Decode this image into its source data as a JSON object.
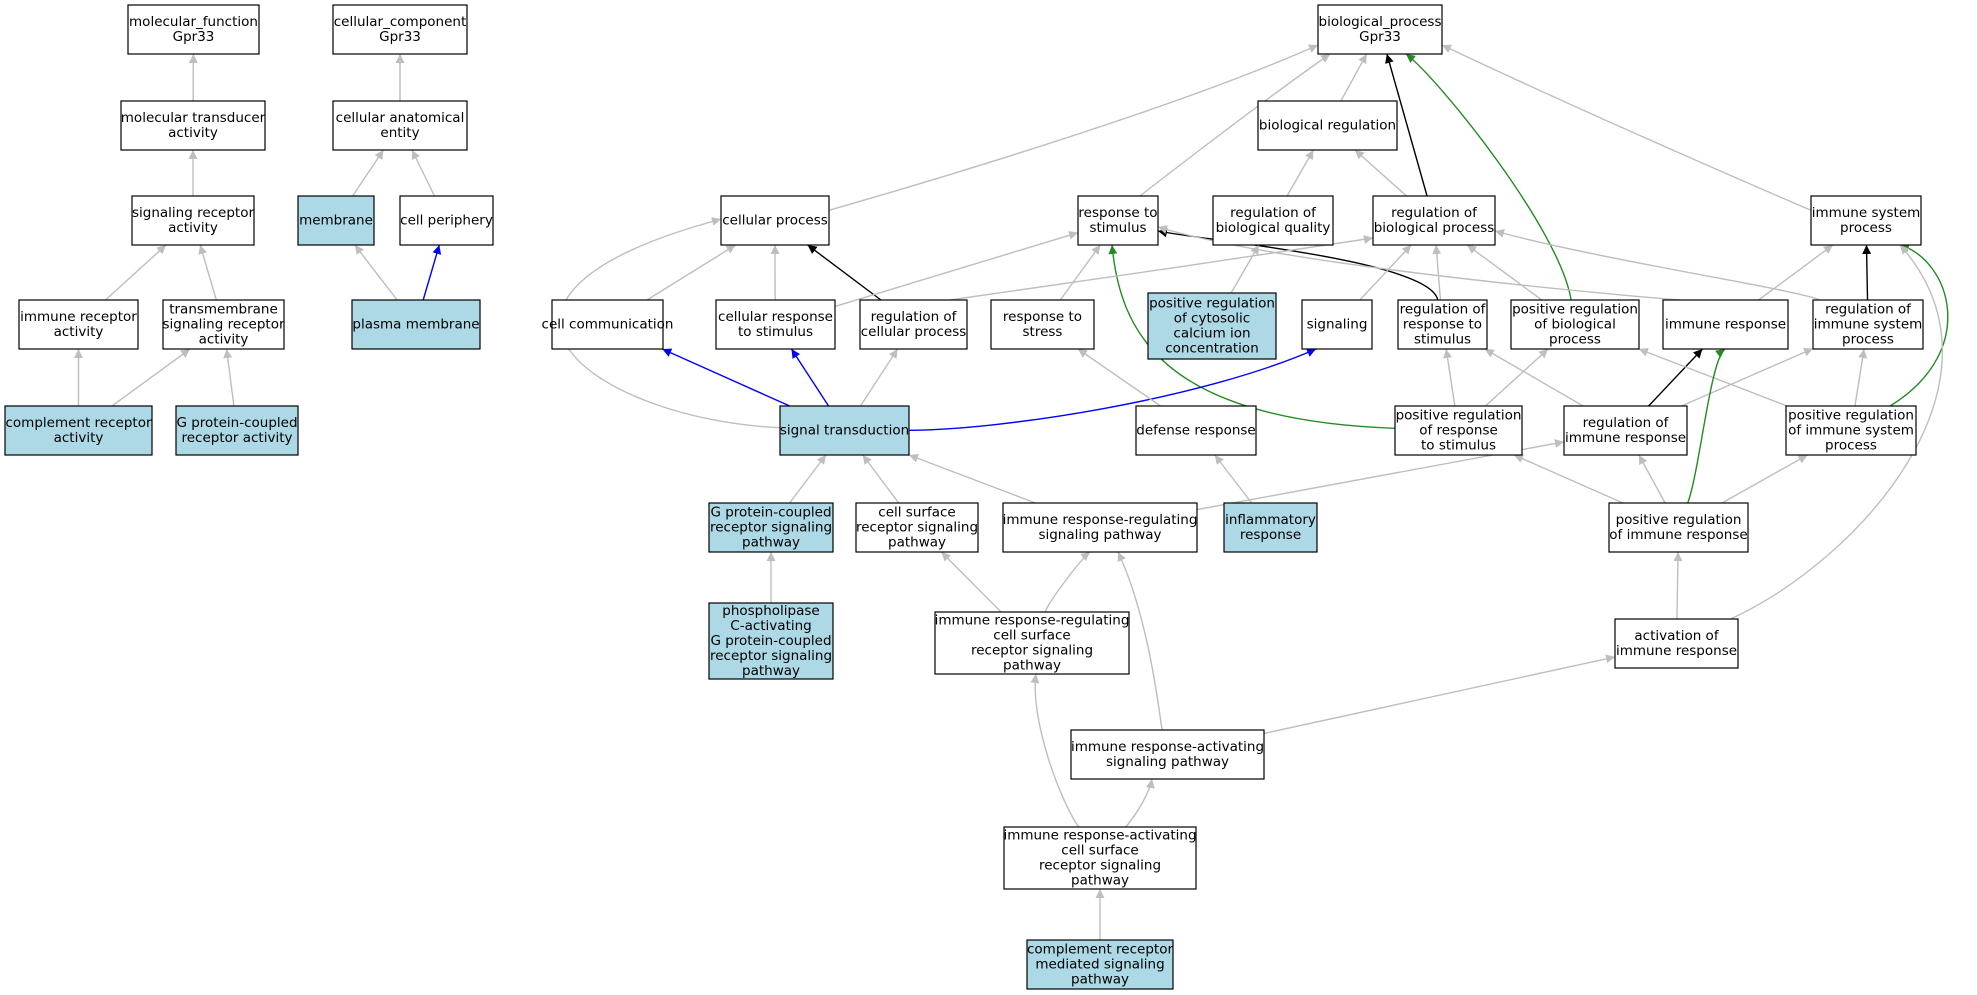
{
  "colors": {
    "node_fill": "#ffffff",
    "highlight_fill": "#add8e6",
    "edge_default": "#bebebe",
    "edge_black": "#000000",
    "edge_blue": "#0000ff",
    "edge_green": "#228b22"
  },
  "nodes": [
    {
      "id": "mf",
      "lines": [
        "molecular_function",
        "Gpr33"
      ],
      "highlight": false
    },
    {
      "id": "cc",
      "lines": [
        "cellular_component",
        "Gpr33"
      ],
      "highlight": false
    },
    {
      "id": "bp",
      "lines": [
        "biological_process",
        "Gpr33"
      ],
      "highlight": false
    },
    {
      "id": "mta",
      "lines": [
        "molecular transducer",
        "activity"
      ],
      "highlight": false
    },
    {
      "id": "cae",
      "lines": [
        "cellular anatomical",
        "entity"
      ],
      "highlight": false
    },
    {
      "id": "breg",
      "lines": [
        "biological regulation"
      ],
      "highlight": false
    },
    {
      "id": "sra",
      "lines": [
        "signaling receptor",
        "activity"
      ],
      "highlight": false
    },
    {
      "id": "mem",
      "lines": [
        "membrane"
      ],
      "highlight": true
    },
    {
      "id": "cper",
      "lines": [
        "cell periphery"
      ],
      "highlight": false
    },
    {
      "id": "cproc",
      "lines": [
        "cellular process"
      ],
      "highlight": false
    },
    {
      "id": "rts",
      "lines": [
        "response to",
        "stimulus"
      ],
      "highlight": false
    },
    {
      "id": "rbq",
      "lines": [
        "regulation of",
        "biological quality"
      ],
      "highlight": false
    },
    {
      "id": "rbp",
      "lines": [
        "regulation of",
        "biological process"
      ],
      "highlight": false
    },
    {
      "id": "isp",
      "lines": [
        "immune system",
        "process"
      ],
      "highlight": false
    },
    {
      "id": "ira",
      "lines": [
        "immune receptor",
        "activity"
      ],
      "highlight": false
    },
    {
      "id": "tsra",
      "lines": [
        "transmembrane",
        "signaling receptor",
        "activity"
      ],
      "highlight": false
    },
    {
      "id": "pm",
      "lines": [
        "plasma membrane"
      ],
      "highlight": true
    },
    {
      "id": "ccom",
      "lines": [
        "cell communication"
      ],
      "highlight": false
    },
    {
      "id": "crs",
      "lines": [
        "cellular response",
        "to stimulus"
      ],
      "highlight": false
    },
    {
      "id": "rcp",
      "lines": [
        "regulation of",
        "cellular process"
      ],
      "highlight": false
    },
    {
      "id": "rstress",
      "lines": [
        "response to",
        "stress"
      ],
      "highlight": false
    },
    {
      "id": "prcc",
      "lines": [
        "positive regulation",
        "of cytosolic",
        "calcium ion",
        "concentration"
      ],
      "highlight": true
    },
    {
      "id": "sig",
      "lines": [
        "signaling"
      ],
      "highlight": false
    },
    {
      "id": "rrts",
      "lines": [
        "regulation of",
        "response to",
        "stimulus"
      ],
      "highlight": false
    },
    {
      "id": "prbp",
      "lines": [
        "positive regulation",
        "of biological",
        "process"
      ],
      "highlight": false
    },
    {
      "id": "ir",
      "lines": [
        "immune response"
      ],
      "highlight": false
    },
    {
      "id": "risp",
      "lines": [
        "regulation of",
        "immune system",
        "process"
      ],
      "highlight": false
    },
    {
      "id": "cra",
      "lines": [
        "complement receptor",
        "activity"
      ],
      "highlight": true
    },
    {
      "id": "gpcra",
      "lines": [
        "G protein-coupled",
        "receptor activity"
      ],
      "highlight": true
    },
    {
      "id": "st",
      "lines": [
        "signal transduction"
      ],
      "highlight": true
    },
    {
      "id": "dr",
      "lines": [
        "defense response"
      ],
      "highlight": false
    },
    {
      "id": "prrts",
      "lines": [
        "positive regulation",
        "of response",
        "to stimulus"
      ],
      "highlight": false
    },
    {
      "id": "rir",
      "lines": [
        "regulation of",
        "immune response"
      ],
      "highlight": false
    },
    {
      "id": "prisp",
      "lines": [
        "positive regulation",
        "of immune system",
        "process"
      ],
      "highlight": false
    },
    {
      "id": "gpcrsp",
      "lines": [
        "G protein-coupled",
        "receptor signaling",
        "pathway"
      ],
      "highlight": true
    },
    {
      "id": "csrsp",
      "lines": [
        "cell surface",
        "receptor signaling",
        "pathway"
      ],
      "highlight": false
    },
    {
      "id": "irrsp",
      "lines": [
        "immune response-regulating",
        "signaling pathway"
      ],
      "highlight": false
    },
    {
      "id": "infl",
      "lines": [
        "inflammatory",
        "response"
      ],
      "highlight": true
    },
    {
      "id": "prir",
      "lines": [
        "positive regulation",
        "of immune response"
      ],
      "highlight": false
    },
    {
      "id": "plc",
      "lines": [
        "phospholipase",
        "C-activating",
        "G protein-coupled",
        "receptor signaling",
        "pathway"
      ],
      "highlight": true
    },
    {
      "id": "irrcs",
      "lines": [
        "immune response-regulating",
        "cell surface",
        "receptor signaling",
        "pathway"
      ],
      "highlight": false
    },
    {
      "id": "air",
      "lines": [
        "activation of",
        "immune response"
      ],
      "highlight": false
    },
    {
      "id": "irasp",
      "lines": [
        "immune response-activating",
        "signaling pathway"
      ],
      "highlight": false
    },
    {
      "id": "iracs",
      "lines": [
        "immune response-activating",
        "cell surface",
        "receptor signaling",
        "pathway"
      ],
      "highlight": false
    },
    {
      "id": "crmsp",
      "lines": [
        "complement receptor",
        "mediated signaling",
        "pathway"
      ],
      "highlight": true
    }
  ],
  "edges": [
    {
      "from": "mta",
      "to": "mf",
      "kind": "default"
    },
    {
      "from": "sra",
      "to": "mta",
      "kind": "default"
    },
    {
      "from": "ira",
      "to": "sra",
      "kind": "default"
    },
    {
      "from": "tsra",
      "to": "sra",
      "kind": "default"
    },
    {
      "from": "cra",
      "to": "ira",
      "kind": "default"
    },
    {
      "from": "cra",
      "to": "tsra",
      "kind": "default"
    },
    {
      "from": "gpcra",
      "to": "tsra",
      "kind": "default"
    },
    {
      "from": "cae",
      "to": "cc",
      "kind": "default"
    },
    {
      "from": "mem",
      "to": "cae",
      "kind": "default"
    },
    {
      "from": "cper",
      "to": "cae",
      "kind": "default"
    },
    {
      "from": "pm",
      "to": "mem",
      "kind": "default"
    },
    {
      "from": "pm",
      "to": "cper",
      "kind": "blue"
    },
    {
      "from": "cproc",
      "to": "bp",
      "kind": "default"
    },
    {
      "from": "rts",
      "to": "bp",
      "kind": "default"
    },
    {
      "from": "breg",
      "to": "bp",
      "kind": "default"
    },
    {
      "from": "rbp",
      "to": "bp",
      "kind": "black"
    },
    {
      "from": "prbp",
      "to": "bp",
      "kind": "green"
    },
    {
      "from": "isp",
      "to": "bp",
      "kind": "default"
    },
    {
      "from": "rbq",
      "to": "breg",
      "kind": "default"
    },
    {
      "from": "rbp",
      "to": "breg",
      "kind": "default"
    },
    {
      "from": "ccom",
      "to": "cproc",
      "kind": "default"
    },
    {
      "from": "crs",
      "to": "cproc",
      "kind": "default"
    },
    {
      "from": "rcp",
      "to": "cproc",
      "kind": "black"
    },
    {
      "from": "st",
      "to": "cproc",
      "kind": "default"
    },
    {
      "from": "crs",
      "to": "rts",
      "kind": "default"
    },
    {
      "from": "rstress",
      "to": "rts",
      "kind": "default"
    },
    {
      "from": "rrts",
      "to": "rts",
      "kind": "black"
    },
    {
      "from": "prrts",
      "to": "rts",
      "kind": "green"
    },
    {
      "from": "prcc",
      "to": "rbq",
      "kind": "default"
    },
    {
      "from": "rcp",
      "to": "rbp",
      "kind": "default"
    },
    {
      "from": "sig",
      "to": "rbp",
      "kind": "default"
    },
    {
      "from": "rrts",
      "to": "rbp",
      "kind": "default"
    },
    {
      "from": "prbp",
      "to": "rbp",
      "kind": "default"
    },
    {
      "from": "risp",
      "to": "rbp",
      "kind": "default"
    },
    {
      "from": "ir",
      "to": "isp",
      "kind": "default"
    },
    {
      "from": "risp",
      "to": "isp",
      "kind": "black"
    },
    {
      "from": "prisp",
      "to": "isp",
      "kind": "green"
    },
    {
      "from": "air",
      "to": "isp",
      "kind": "default"
    },
    {
      "from": "ir",
      "to": "rts",
      "kind": "default"
    },
    {
      "from": "st",
      "to": "ccom",
      "kind": "blue"
    },
    {
      "from": "st",
      "to": "crs",
      "kind": "blue"
    },
    {
      "from": "st",
      "to": "rcp",
      "kind": "default"
    },
    {
      "from": "st",
      "to": "sig",
      "kind": "blue"
    },
    {
      "from": "dr",
      "to": "rstress",
      "kind": "default"
    },
    {
      "from": "prrts",
      "to": "rrts",
      "kind": "default"
    },
    {
      "from": "prrts",
      "to": "prbp",
      "kind": "default"
    },
    {
      "from": "rir",
      "to": "rrts",
      "kind": "default"
    },
    {
      "from": "rir",
      "to": "ir",
      "kind": "black"
    },
    {
      "from": "rir",
      "to": "risp",
      "kind": "default"
    },
    {
      "from": "prisp",
      "to": "risp",
      "kind": "default"
    },
    {
      "from": "prisp",
      "to": "prbp",
      "kind": "default"
    },
    {
      "from": "prir",
      "to": "ir",
      "kind": "green"
    },
    {
      "from": "prir",
      "to": "rir",
      "kind": "default"
    },
    {
      "from": "prir",
      "to": "prisp",
      "kind": "default"
    },
    {
      "from": "prir",
      "to": "prrts",
      "kind": "default"
    },
    {
      "from": "gpcrsp",
      "to": "st",
      "kind": "default"
    },
    {
      "from": "csrsp",
      "to": "st",
      "kind": "default"
    },
    {
      "from": "irrsp",
      "to": "st",
      "kind": "default"
    },
    {
      "from": "irrsp",
      "to": "rir",
      "kind": "default"
    },
    {
      "from": "infl",
      "to": "dr",
      "kind": "default"
    },
    {
      "from": "plc",
      "to": "gpcrsp",
      "kind": "default"
    },
    {
      "from": "irrcs",
      "to": "csrsp",
      "kind": "default"
    },
    {
      "from": "irrcs",
      "to": "irrsp",
      "kind": "default"
    },
    {
      "from": "air",
      "to": "prir",
      "kind": "default"
    },
    {
      "from": "irasp",
      "to": "irrsp",
      "kind": "default"
    },
    {
      "from": "irasp",
      "to": "air",
      "kind": "default"
    },
    {
      "from": "iracs",
      "to": "irrcs",
      "kind": "default"
    },
    {
      "from": "iracs",
      "to": "irasp",
      "kind": "default"
    },
    {
      "from": "crmsp",
      "to": "iracs",
      "kind": "default"
    }
  ]
}
